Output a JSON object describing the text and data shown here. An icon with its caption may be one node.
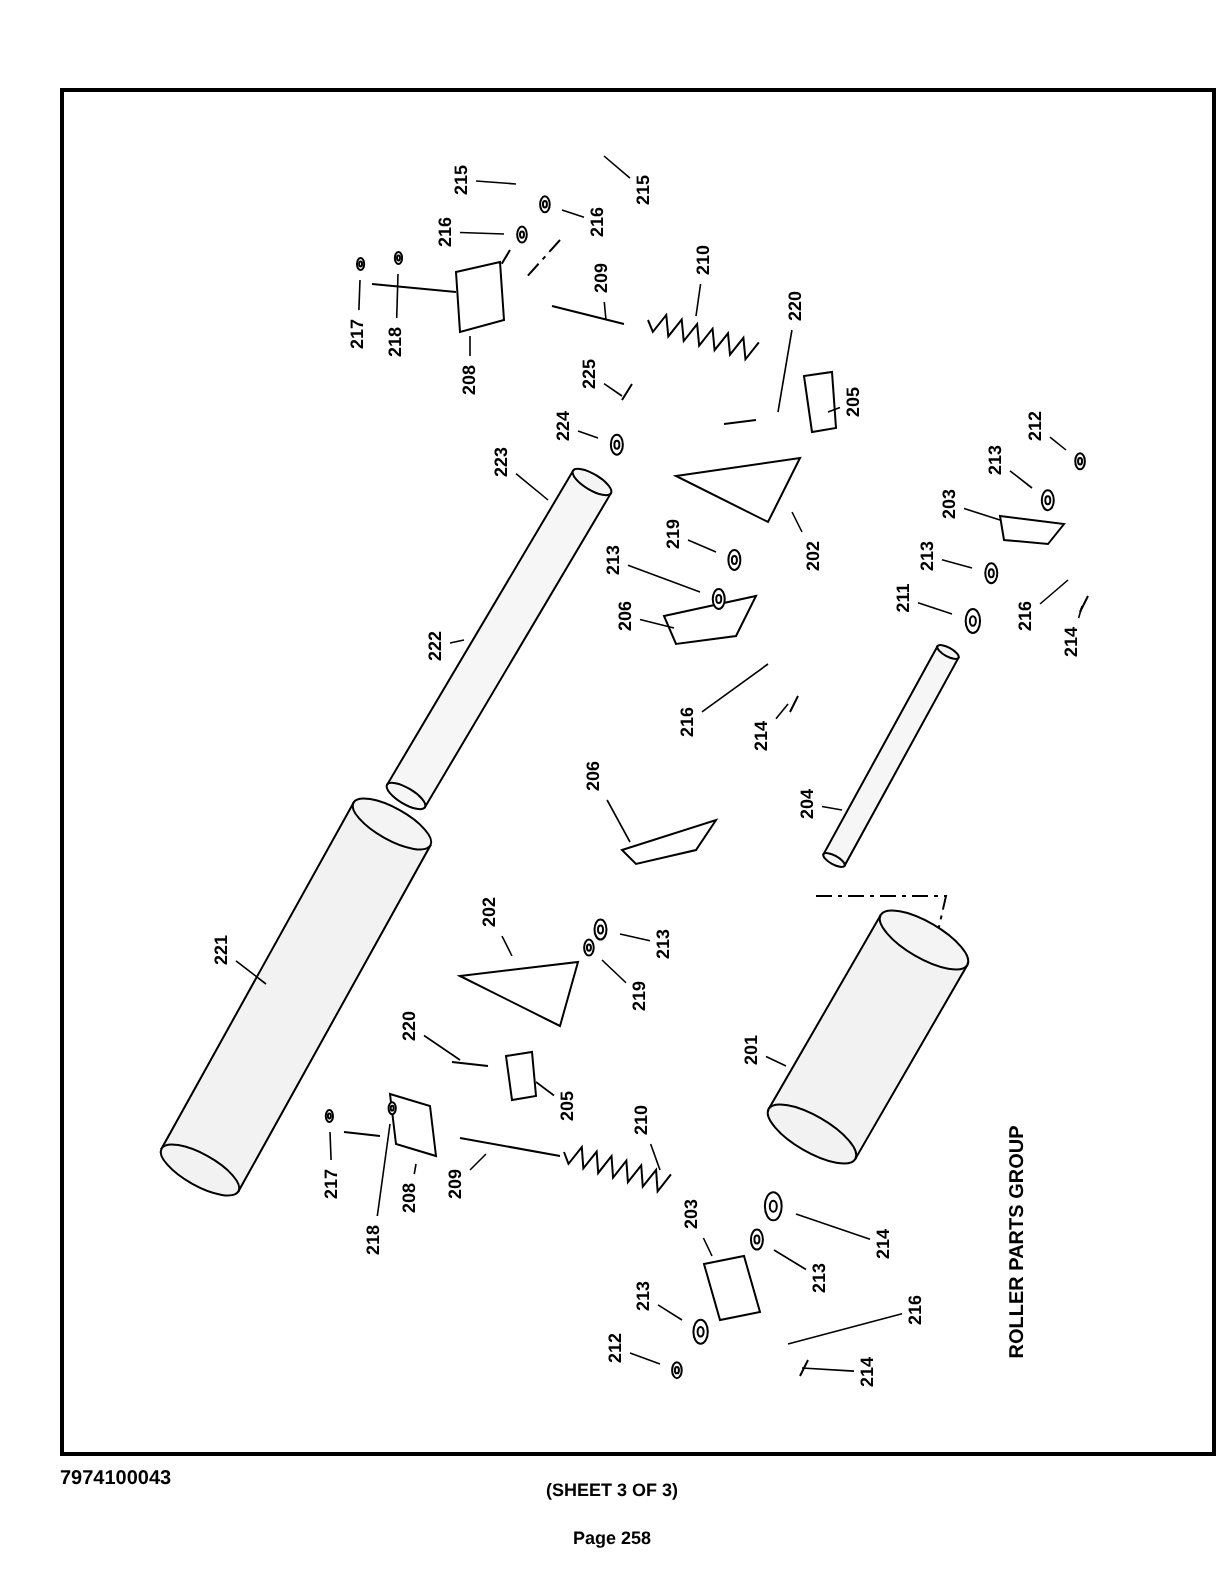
{
  "diagram": {
    "nodes": [
      {
        "text": [
          "215"
        ]
      },
      {
        "text": [
          "215"
        ]
      },
      {
        "text": [
          "216"
        ]
      },
      {
        "text": [
          "216"
        ]
      },
      {
        "text": [
          "210"
        ]
      },
      {
        "text": [
          "209"
        ]
      },
      {
        "text": [
          "217"
        ]
      },
      {
        "text": [
          "218"
        ]
      },
      {
        "text": [
          "208"
        ]
      },
      {
        "text": [
          "220"
        ]
      },
      {
        "text": [
          "205"
        ]
      },
      {
        "text": [
          "225"
        ]
      },
      {
        "text": [
          "224"
        ]
      },
      {
        "text": [
          "223"
        ]
      },
      {
        "text": [
          "202"
        ]
      },
      {
        "text": [
          "219"
        ]
      },
      {
        "text": [
          "213"
        ]
      },
      {
        "text": [
          "206"
        ]
      },
      {
        "text": [
          "212"
        ]
      },
      {
        "text": [
          "213"
        ]
      },
      {
        "text": [
          "203"
        ]
      },
      {
        "text": [
          "213"
        ]
      },
      {
        "text": [
          "211"
        ]
      },
      {
        "text": [
          "216"
        ]
      },
      {
        "text": [
          "214"
        ]
      },
      {
        "text": [
          "222"
        ]
      },
      {
        "text": [
          "216"
        ]
      },
      {
        "text": [
          "214"
        ]
      },
      {
        "text": [
          "204"
        ]
      },
      {
        "text": [
          "206"
        ]
      },
      {
        "text": [
          "221"
        ]
      },
      {
        "text": [
          "202"
        ]
      },
      {
        "text": [
          "213"
        ]
      },
      {
        "text": [
          "219"
        ]
      },
      {
        "text": [
          "220"
        ]
      },
      {
        "text": [
          "205"
        ]
      },
      {
        "text": [
          "201"
        ]
      },
      {
        "text": [
          "217"
        ]
      },
      {
        "text": [
          "218"
        ]
      },
      {
        "text": [
          "208"
        ]
      },
      {
        "text": [
          "209"
        ]
      },
      {
        "text": [
          "210"
        ]
      },
      {
        "text": [
          "203"
        ]
      },
      {
        "text": [
          "213"
        ]
      },
      {
        "text": [
          "214"
        ]
      },
      {
        "text": [
          "213"
        ]
      },
      {
        "text": [
          "212"
        ]
      },
      {
        "text": [
          "216"
        ]
      },
      {
        "text": [
          "214"
        ]
      }
    ],
    "edges": [
      {
        "from": 0,
        "to": null,
        "arrow": "none"
      },
      {
        "from": 1,
        "to": null,
        "arrow": "none"
      },
      {
        "from": 2,
        "to": null,
        "arrow": "none"
      },
      {
        "from": 3,
        "to": null,
        "arrow": "none"
      },
      {
        "from": 4,
        "to": null,
        "arrow": "none"
      },
      {
        "from": 5,
        "to": null,
        "arrow": "none"
      },
      {
        "from": 6,
        "to": null,
        "arrow": "none"
      },
      {
        "from": 7,
        "to": null,
        "arrow": "none"
      },
      {
        "from": 8,
        "to": null,
        "arrow": "none"
      },
      {
        "from": 9,
        "to": null,
        "arrow": "none"
      },
      {
        "from": 10,
        "to": null,
        "arrow": "none"
      },
      {
        "from": 11,
        "to": null,
        "arrow": "none"
      },
      {
        "from": 12,
        "to": null,
        "arrow": "none"
      },
      {
        "from": 13,
        "to": null,
        "arrow": "none"
      },
      {
        "from": 14,
        "to": null,
        "arrow": "none"
      },
      {
        "from": 15,
        "to": null,
        "arrow": "none"
      },
      {
        "from": 16,
        "to": null,
        "arrow": "none"
      },
      {
        "from": 17,
        "to": null,
        "arrow": "none"
      },
      {
        "from": 18,
        "to": null,
        "arrow": "none"
      },
      {
        "from": 19,
        "to": null,
        "arrow": "none"
      },
      {
        "from": 20,
        "to": null,
        "arrow": "none"
      },
      {
        "from": 21,
        "to": null,
        "arrow": "none"
      },
      {
        "from": 22,
        "to": null,
        "arrow": "none"
      },
      {
        "from": 23,
        "to": null,
        "arrow": "none"
      },
      {
        "from": 24,
        "to": null,
        "arrow": "none"
      },
      {
        "from": 25,
        "to": null,
        "arrow": "none"
      },
      {
        "from": 26,
        "to": null,
        "arrow": "none"
      },
      {
        "from": 27,
        "to": null,
        "arrow": "none"
      },
      {
        "from": 28,
        "to": null,
        "arrow": "none"
      },
      {
        "from": 29,
        "to": null,
        "arrow": "none"
      },
      {
        "from": 30,
        "to": null,
        "arrow": "none"
      },
      {
        "from": 31,
        "to": null,
        "arrow": "none"
      },
      {
        "from": 32,
        "to": null,
        "arrow": "none"
      },
      {
        "from": 33,
        "to": null,
        "arrow": "none"
      },
      {
        "from": 34,
        "to": null,
        "arrow": "none"
      },
      {
        "from": 35,
        "to": null,
        "arrow": "none"
      },
      {
        "from": 36,
        "to": null,
        "arrow": "none"
      },
      {
        "from": 37,
        "to": null,
        "arrow": "none"
      },
      {
        "from": 38,
        "to": null,
        "arrow": "none"
      },
      {
        "from": 39,
        "to": null,
        "arrow": "none"
      },
      {
        "from": 40,
        "to": null,
        "arrow": "none"
      },
      {
        "from": 41,
        "to": null,
        "arrow": "none"
      },
      {
        "from": 42,
        "to": null,
        "arrow": "none"
      },
      {
        "from": 43,
        "to": null,
        "arrow": "none"
      },
      {
        "from": 44,
        "to": null,
        "arrow": "none"
      },
      {
        "from": 45,
        "to": null,
        "arrow": "none"
      },
      {
        "from": 46,
        "to": null,
        "arrow": "none"
      },
      {
        "from": 47,
        "to": null,
        "arrow": "none"
      },
      {
        "from": 48,
        "to": null,
        "arrow": "none"
      }
    ],
    "labels": [
      "ROLLER PARTS GROUP",
      "7974100043",
      "(SHEET 3 OF 3)",
      "Page 258"
    ]
  }
}
